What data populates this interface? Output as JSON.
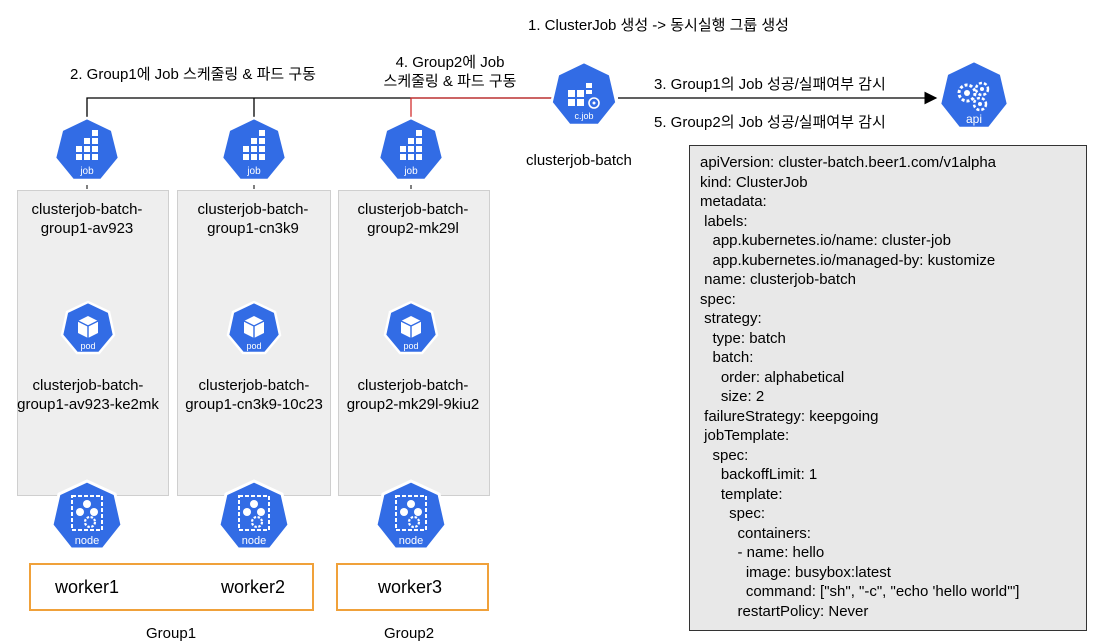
{
  "steps": {
    "step1": "1. ClusterJob 생성 -> 동시실행 그룹 생성",
    "step2": "2. Group1에 Job 스케줄링 & 파드 구동",
    "step3": "3. Group1의 Job 성공/실패여부 감시",
    "step4_line1": "4. Group2에 Job",
    "step4_line2": "스케줄링 & 파드 구동",
    "step5": "5. Group2의 Job 성공/실패여부 감시"
  },
  "clusterjob": {
    "icon_text": "c.job",
    "label": "clusterjob-batch"
  },
  "api": {
    "icon_text": "api"
  },
  "icon_labels": {
    "job": "job",
    "pod": "pod",
    "node": "node"
  },
  "jobs": [
    {
      "name_line1": "clusterjob-batch-",
      "name_line2": "group1-av923",
      "pod_line1": "clusterjob-batch-",
      "pod_line2": "group1-av923-ke2mk"
    },
    {
      "name_line1": "clusterjob-batch-",
      "name_line2": "group1-cn3k9",
      "pod_line1": "clusterjob-batch-",
      "pod_line2": "group1-cn3k9-10c23"
    },
    {
      "name_line1": "clusterjob-batch-",
      "name_line2": "group2-mk29l",
      "pod_line1": "clusterjob-batch-",
      "pod_line2": "group2-mk29l-9kiu2"
    }
  ],
  "workers": {
    "w1": "worker1",
    "w2": "worker2",
    "w3": "worker3"
  },
  "groups": {
    "g1": "Group1",
    "g2": "Group2"
  },
  "yaml_lines": [
    "apiVersion: cluster-batch.beer1.com/v1alpha",
    "kind: ClusterJob",
    "metadata:",
    " labels:",
    "   app.kubernetes.io/name: cluster-job",
    "   app.kubernetes.io/managed-by: kustomize",
    " name: clusterjob-batch",
    "spec:",
    " strategy:",
    "   type: batch",
    "   batch:",
    "     order: alphabetical",
    "     size: 2",
    " failureStrategy: keepgoing",
    " jobTemplate:",
    "   spec:",
    "     backoffLimit: 1",
    "     template:",
    "       spec:",
    "         containers:",
    "         - name: hello",
    "           image: busybox:latest",
    "           command: [\"sh\", \"-c\", \"echo 'hello world'\"]",
    "         restartPolicy: Never"
  ],
  "colors": {
    "k8s_blue": "#326ce5",
    "group_fill": "#eeeeee",
    "worker_border": "#f0a13a",
    "group2_line": "#d32f2f",
    "yaml_fill": "#e8e8e8"
  }
}
